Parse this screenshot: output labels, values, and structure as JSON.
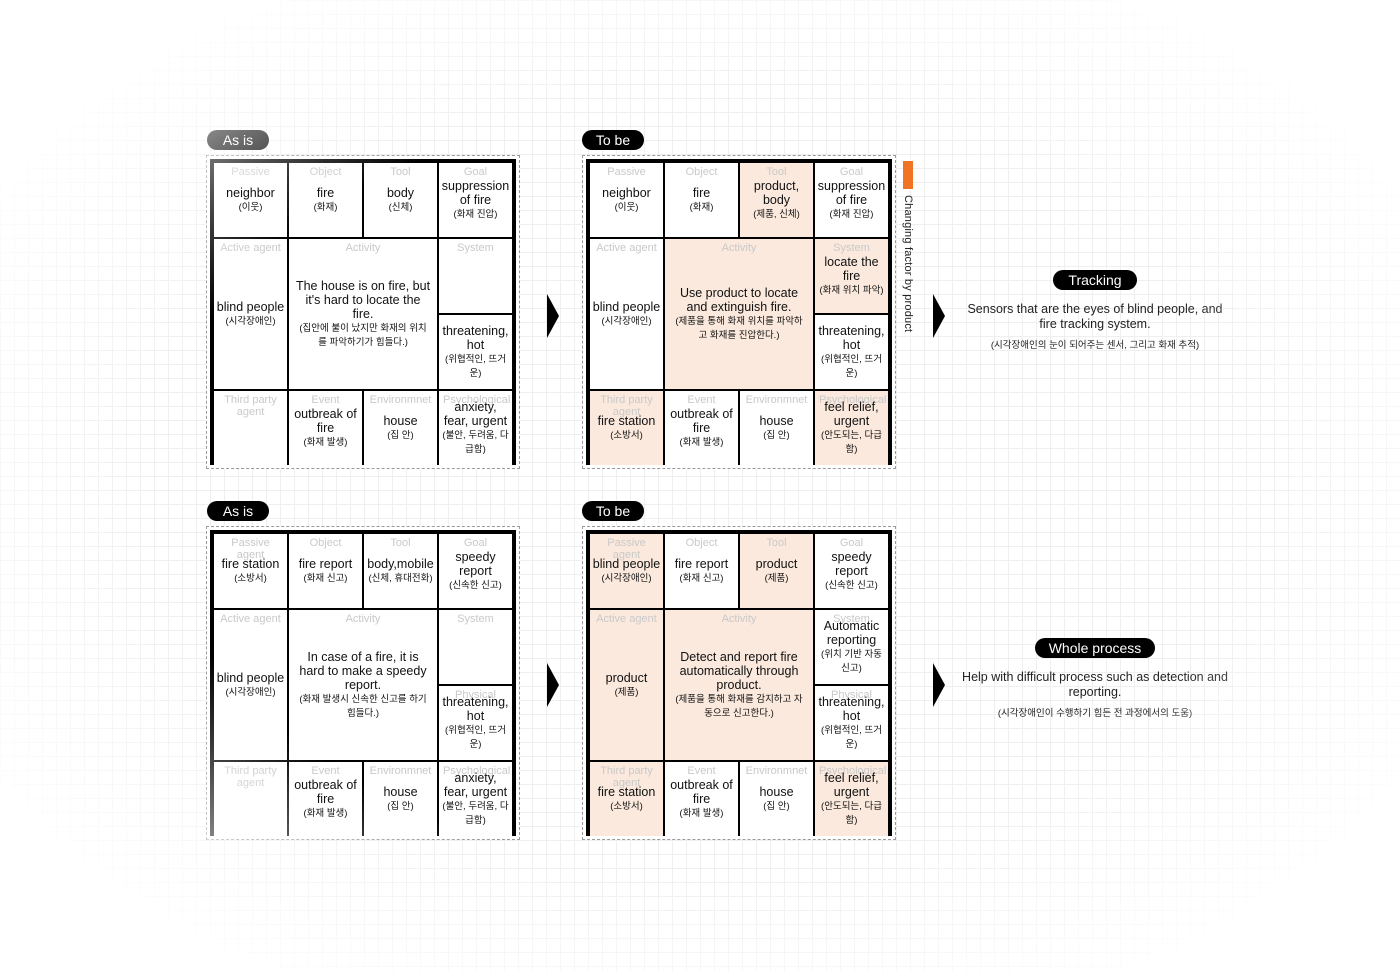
{
  "sections": [
    {
      "as_is": {
        "label": "As is",
        "cells": {
          "passive": {
            "tag": "Passive",
            "main": "neighbor",
            "sub": "(이웃)"
          },
          "object": {
            "tag": "Object",
            "main": "fire",
            "sub": "(화재)"
          },
          "tool": {
            "tag": "Tool",
            "main": "body",
            "sub": "(신체)"
          },
          "goal": {
            "tag": "Goal",
            "main": "suppression of fire",
            "sub": "(화재 진압)"
          },
          "active": {
            "tag": "Active agent",
            "main": "blind people",
            "sub": "(시각장애인)"
          },
          "activity": {
            "tag": "Activity",
            "main": "The house is on fire, but it's hard to locate the fire.",
            "sub": "(집안에 불이 났지만 화재의 위치를 파악하기가 힘들다.)"
          },
          "system": {
            "tag": "System",
            "main": "",
            "sub": ""
          },
          "threat": {
            "tag": "",
            "main": "threatening, hot",
            "sub": "(위협적인, 뜨거운)"
          },
          "third": {
            "tag": "Third party agent",
            "main": "",
            "sub": ""
          },
          "event": {
            "tag": "Event",
            "main": "outbreak of fire",
            "sub": "(화재 발생)"
          },
          "env": {
            "tag": "Environmnet",
            "main": "house",
            "sub": "(집 안)"
          },
          "psych": {
            "tag": "Psychological",
            "main": "anxiety, fear, urgent",
            "sub": "(불안, 두려움, 다급함)"
          }
        }
      },
      "to_be": {
        "label": "To be",
        "cells": {
          "passive": {
            "tag": "Passive",
            "main": "neighbor",
            "sub": "(이웃)"
          },
          "object": {
            "tag": "Object",
            "main": "fire",
            "sub": "(화재)"
          },
          "tool": {
            "tag": "Tool",
            "main": "product, body",
            "sub": "(제품, 신체)"
          },
          "goal": {
            "tag": "Goal",
            "main": "suppression of fire",
            "sub": "(화재 진압)"
          },
          "active": {
            "tag": "Active agent",
            "main": "blind people",
            "sub": "(시각장애인)"
          },
          "activity": {
            "tag": "Activity",
            "main": "Use product to locate and extinguish fire.",
            "sub": "(제품을 통해 화재 위치를 파악하고 화재를 진압한다.)"
          },
          "system": {
            "tag": "System",
            "main": "locate the fire",
            "sub": "(화재 위치 파악)"
          },
          "threat": {
            "tag": "",
            "main": "threatening, hot",
            "sub": "(위협적인, 뜨거운)"
          },
          "third": {
            "tag": "Third party agent",
            "main": "fire station",
            "sub": "(소방서)"
          },
          "event": {
            "tag": "Event",
            "main": "outbreak of fire",
            "sub": "(화재 발생)"
          },
          "env": {
            "tag": "Environmnet",
            "main": "house",
            "sub": "(집 안)"
          },
          "psych": {
            "tag": "Psychological",
            "main": "feel relief, urgent",
            "sub": "(안도되는, 다급함)"
          }
        }
      },
      "side": {
        "title": "Tracking",
        "desc": "Sensors that are the eyes of blind people, and fire tracking system.",
        "kdesc": "(시각장애인의 눈이 되어주는 센서, 그리고 화재 추적)"
      }
    },
    {
      "as_is": {
        "label": "As is",
        "cells": {
          "passive": {
            "tag": "Passive agent",
            "main": "fire station",
            "sub": "(소방서)"
          },
          "object": {
            "tag": "Object",
            "main": "fire report",
            "sub": "(화재 신고)"
          },
          "tool": {
            "tag": "Tool",
            "main": "body,mobile",
            "sub": "(신체, 휴대전화)"
          },
          "goal": {
            "tag": "Goal",
            "main": "speedy report",
            "sub": "(신속한 신고)"
          },
          "active": {
            "tag": "Active agent",
            "main": "blind people",
            "sub": "(시각장애인)"
          },
          "activity": {
            "tag": "Activity",
            "main": "In case of a fire, it is hard to make a speedy report.",
            "sub": "(화재 발생시 신속한 신고를 하기 힘들다.)"
          },
          "system": {
            "tag": "System",
            "main": "",
            "sub": ""
          },
          "threat": {
            "tag": "Physical",
            "main": "threatening, hot",
            "sub": "(위협적인, 뜨거운)"
          },
          "third": {
            "tag": "Third party agent",
            "main": "",
            "sub": ""
          },
          "event": {
            "tag": "Event",
            "main": "outbreak of fire",
            "sub": "(화재 발생)"
          },
          "env": {
            "tag": "Environmnet",
            "main": "house",
            "sub": "(집 안)"
          },
          "psych": {
            "tag": "Psychological",
            "main": "anxiety, fear, urgent",
            "sub": "(불안, 두려움, 다급함)"
          }
        }
      },
      "to_be": {
        "label": "To be",
        "cells": {
          "passive": {
            "tag": "Passive agent",
            "main": "blind people",
            "sub": "(시각장애인)"
          },
          "object": {
            "tag": "Object",
            "main": "fire report",
            "sub": "(화재 신고)"
          },
          "tool": {
            "tag": "Tool",
            "main": "product",
            "sub": "(제품)"
          },
          "goal": {
            "tag": "Goal",
            "main": "speedy report",
            "sub": "(신속한 신고)"
          },
          "active": {
            "tag": "Active agent",
            "main": "product",
            "sub": "(제품)"
          },
          "activity": {
            "tag": "Activity",
            "main": "Detect and report fire automatically through product.",
            "sub": "(제품을 통해 화재를 감지하고 자동으로 신고한다.)"
          },
          "system": {
            "tag": "System",
            "main": "Automatic reporting",
            "sub": "(위치 기반 자동 신고)"
          },
          "threat": {
            "tag": "Physical",
            "main": "threatening, hot",
            "sub": "(위협적인, 뜨거운)"
          },
          "third": {
            "tag": "Third party agent",
            "main": "fire station",
            "sub": "(소방서)"
          },
          "event": {
            "tag": "Event",
            "main": "outbreak of fire",
            "sub": "(화재 발생)"
          },
          "env": {
            "tag": "Environmnet",
            "main": "house",
            "sub": "(집 안)"
          },
          "psych": {
            "tag": "Psychological",
            "main": "feel relief, urgent",
            "sub": "(안도되는, 다급함)"
          }
        }
      },
      "side": {
        "title": "Whole process",
        "desc": "Help with difficult process such as detection and reporting.",
        "kdesc": "(시각장애인이 수행하기 힘든 전 과정에서의 도움)"
      }
    }
  ],
  "changing_factor_label": "Changing factor by product",
  "highlight_color": "#fbe9dd",
  "accent_color": "#f07424"
}
